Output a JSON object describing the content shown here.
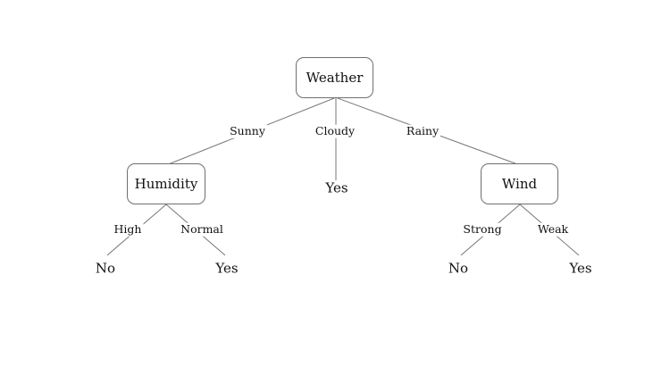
{
  "tree": {
    "root": {
      "label": "Weather",
      "branches": {
        "sunny": "Sunny",
        "cloudy": "Cloudy",
        "rainy": "Rainy"
      }
    },
    "humidity": {
      "label": "Humidity",
      "branches": {
        "high": "High",
        "normal": "Normal"
      },
      "leaves": {
        "high": "No",
        "normal": "Yes"
      }
    },
    "cloudy_leaf": "Yes",
    "wind": {
      "label": "Wind",
      "branches": {
        "strong": "Strong",
        "weak": "Weak"
      },
      "leaves": {
        "strong": "No",
        "weak": "Yes"
      }
    }
  }
}
